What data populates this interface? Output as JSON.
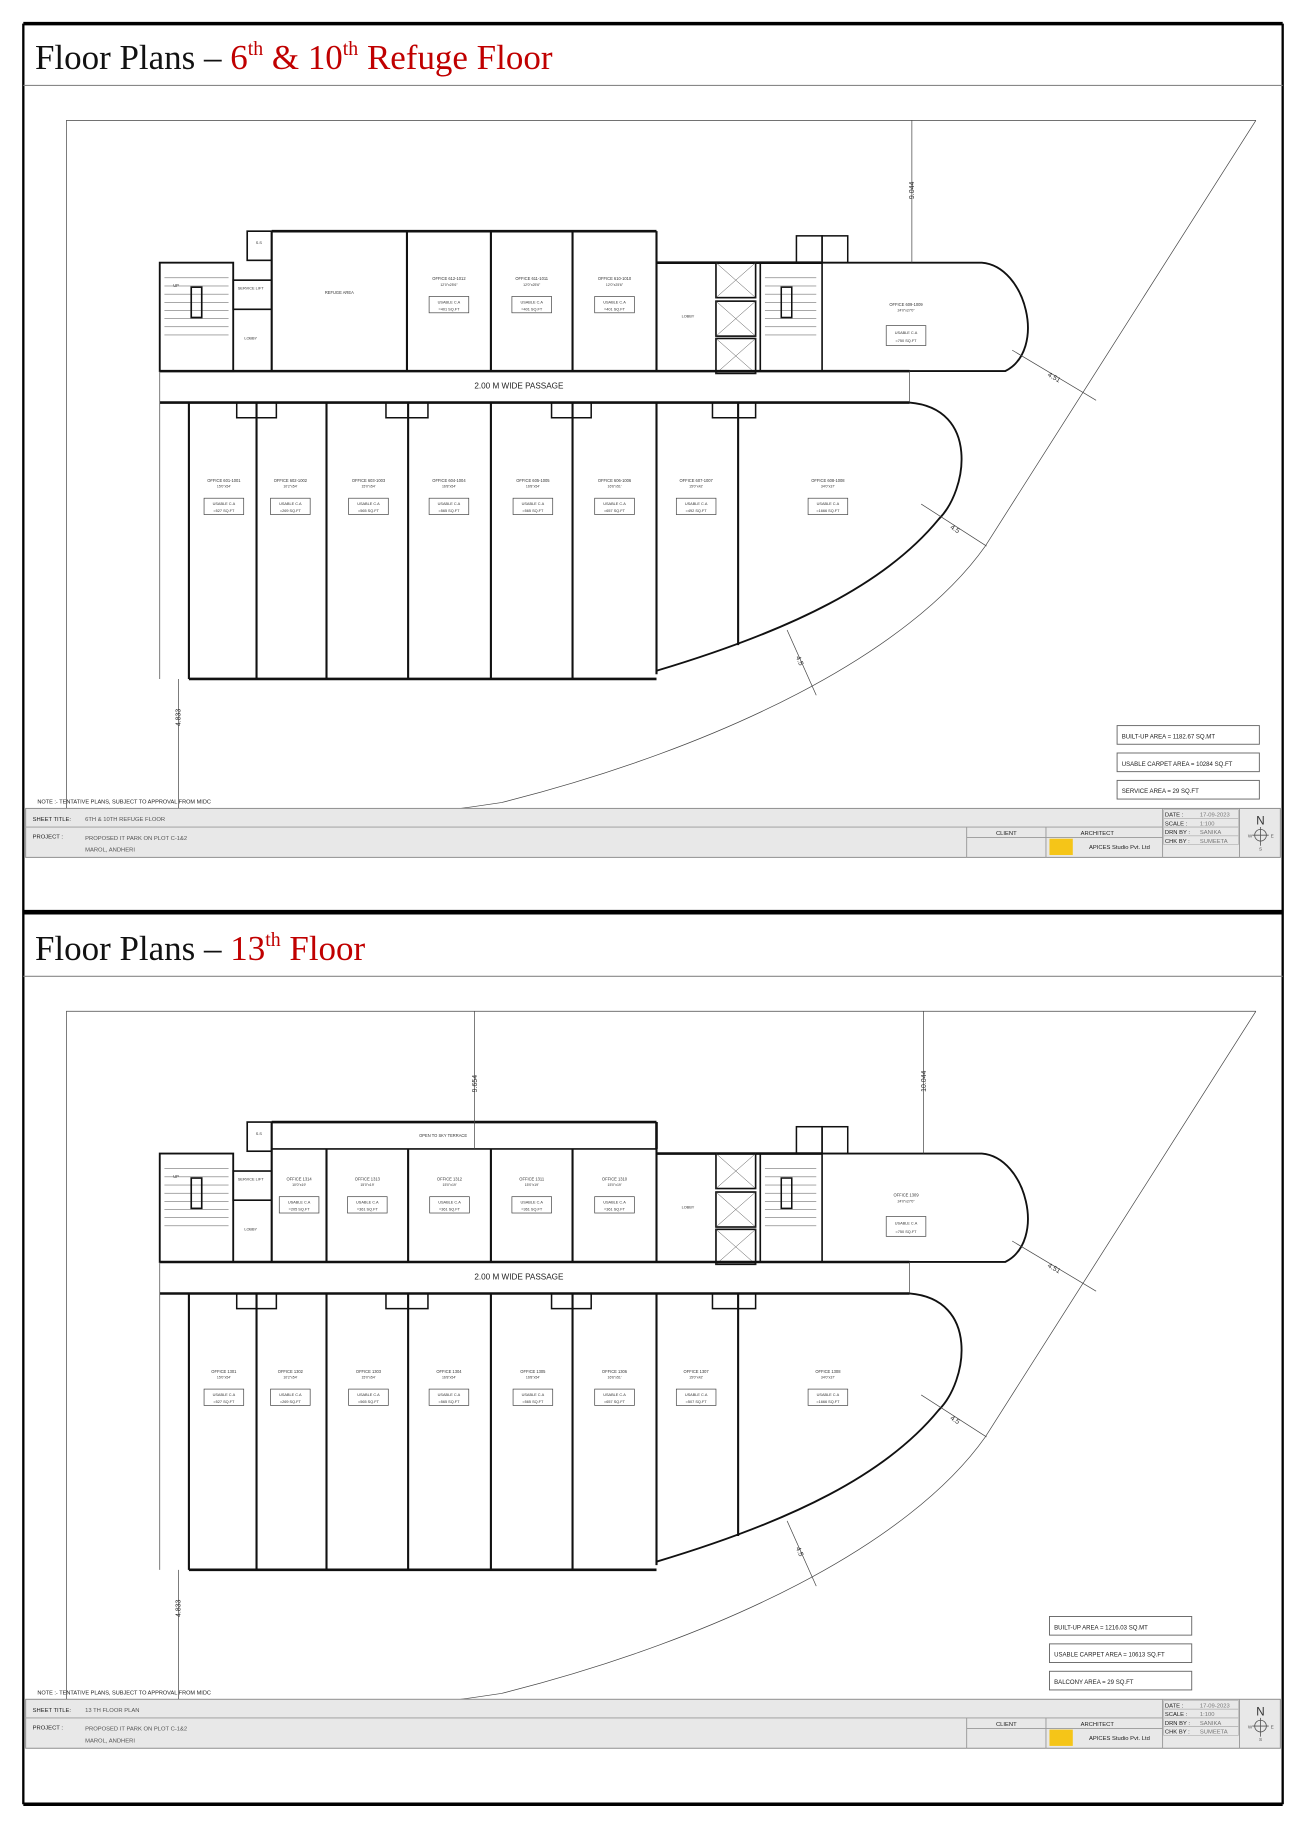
{
  "document": {
    "accent_color": "#c00000",
    "title_prefix": "Floor Plans – "
  },
  "plans": [
    {
      "title_parts": [
        {
          "t": "6"
        },
        {
          "t": "th",
          "sup": true
        },
        {
          "t": " & 10"
        },
        {
          "t": "th",
          "sup": true
        },
        {
          "t": " Refuge Floor"
        }
      ],
      "upper_rooms": [
        {
          "name": "REFUGE AREA"
        },
        {
          "name": "OFFICE 612-1012",
          "size": "12'0\"x25'6\"",
          "ca_label": "USABLE C.A",
          "area": "=401 SQ.FT"
        },
        {
          "name": "OFFICE 611-1011",
          "size": "12'0\"x25'6\"",
          "ca_label": "USABLE C.A",
          "area": "=401 SQ.FT"
        },
        {
          "name": "OFFICE 610-1010",
          "size": "12'0\"x25'6\"",
          "ca_label": "USABLE C.A",
          "area": "=401 SQ.FT"
        }
      ],
      "right_office": {
        "name": "OFFICE 609-1009",
        "size": "24'0\"x27'0\"",
        "ca_label": "USABLE C.A",
        "area": "=750 SQ.FT"
      },
      "lower_rooms": [
        {
          "name": "OFFICE 601-1001",
          "size": "15'0\"x54'",
          "ca_label": "USABLE C.A",
          "area": "=527 SQ.FT"
        },
        {
          "name": "OFFICE 602-1002",
          "size": "10'2\"x54'",
          "ca_label": "USABLE C.A",
          "area": "=269 SQ.FT"
        },
        {
          "name": "OFFICE 603-1003",
          "size": "15'0\"x54'",
          "ca_label": "USABLE C.A",
          "area": "=565 SQ.FT"
        },
        {
          "name": "OFFICE 604-1004",
          "size": "16'8\"x54'",
          "ca_label": "USABLE C.A",
          "area": "=565 SQ.FT"
        },
        {
          "name": "OFFICE 605-1005",
          "size": "16'8\"x54'",
          "ca_label": "USABLE C.A",
          "area": "=565 SQ.FT"
        },
        {
          "name": "OFFICE 606-1006",
          "size": "16'6\"x51'",
          "ca_label": "USABLE C.A",
          "area": "=657 SQ.FT"
        },
        {
          "name": "OFFICE 607-1007",
          "size": "15'0\"x42'",
          "ca_label": "USABLE C.A",
          "area": "=492 SQ.FT"
        },
        {
          "name": "OFFICE 608-1008",
          "size": "34'0\"x37'",
          "ca_label": "USABLE C.A",
          "area": "=1666 SQ.FT"
        }
      ],
      "labels": {
        "passage": "2.00 M WIDE PASSAGE",
        "service_lift": "SERVICE LIFT",
        "lobby_left": "LOBBY",
        "lobby_right": "LOBBY",
        "ss": "S.S",
        "up": "UP",
        "terrace": null
      },
      "dimensions": {
        "top_a": null,
        "top_b": "9.044",
        "right_a": "4.51",
        "right_b": "4.5",
        "right_c": "4.5",
        "left": "4.833"
      },
      "area_boxes": [
        "BUILT-UP AREA = 1182.67 SQ.MT",
        "USABLE CARPET AREA = 10284 SQ.FT",
        "SERVICE AREA = 29 SQ.FT"
      ],
      "note": "NOTE :- TENTATIVE PLANS, SUBJECT TO APPROVAL FROM MIDC",
      "title_block": {
        "sheet_title_label": "SHEET TITLE:",
        "sheet_title": "6TH & 10TH REFUGE FLOOR",
        "project_label": "PROJECT :",
        "project_line1": "PROPOSED IT PARK ON PLOT C-1&2",
        "project_line2": "MAROL, ANDHERI",
        "client_label": "CLIENT",
        "architect_label": "ARCHITECT",
        "architect_name": "APICES Studio Pvt. Ltd",
        "date_label": "DATE :",
        "date": "17-09-2023",
        "scale_label": "SCALE :",
        "scale": "1:100",
        "drn_label": "DRN BY :",
        "drn": "SANIKA",
        "chk_label": "CHK BY :",
        "chk": "SUMEETA",
        "compass": {
          "n": "N",
          "w": "W",
          "e": "E",
          "s": "S"
        }
      }
    },
    {
      "title_parts": [
        {
          "t": "13"
        },
        {
          "t": "th",
          "sup": true
        },
        {
          "t": " Floor"
        }
      ],
      "upper_rooms": [
        {
          "name": "OFFICE 1314",
          "size": "10'0\"x19'",
          "ca_label": "USABLE C.A",
          "area": "=205 SQ.FT"
        },
        {
          "name": "OFFICE 1313",
          "size": "15'0\"x19'",
          "ca_label": "USABLE C.A",
          "area": "=361 SQ.FT"
        },
        {
          "name": "OFFICE 1312",
          "size": "15'0\"x19'",
          "ca_label": "USABLE C.A",
          "area": "=361 SQ.FT"
        },
        {
          "name": "OFFICE 1311",
          "size": "15'0\"x19'",
          "ca_label": "USABLE C.A",
          "area": "=361 SQ.FT"
        },
        {
          "name": "OFFICE 1310",
          "size": "15'0\"x19'",
          "ca_label": "USABLE C.A",
          "area": "=361 SQ.FT"
        }
      ],
      "right_office": {
        "name": "OFFICE 1309",
        "size": "24'0\"x27'0\"",
        "ca_label": "USABLE C.A",
        "area": "=750 SQ.FT"
      },
      "lower_rooms": [
        {
          "name": "OFFICE 1301",
          "size": "15'0\"x54'",
          "ca_label": "USABLE C.A",
          "area": "=527 SQ.FT"
        },
        {
          "name": "OFFICE 1302",
          "size": "10'2\"x54'",
          "ca_label": "USABLE C.A",
          "area": "=269 SQ.FT"
        },
        {
          "name": "OFFICE 1303",
          "size": "15'0\"x54'",
          "ca_label": "USABLE C.A",
          "area": "=565 SQ.FT"
        },
        {
          "name": "OFFICE 1304",
          "size": "16'8\"x54'",
          "ca_label": "USABLE C.A",
          "area": "=565 SQ.FT"
        },
        {
          "name": "OFFICE 1305",
          "size": "16'8\"x54'",
          "ca_label": "USABLE C.A",
          "area": "=565 SQ.FT"
        },
        {
          "name": "OFFICE 1306",
          "size": "16'6\"x51'",
          "ca_label": "USABLE C.A",
          "area": "=657 SQ.FT"
        },
        {
          "name": "OFFICE 1307",
          "size": "15'0\"x42'",
          "ca_label": "USABLE C.A",
          "area": "=507 SQ.FT"
        },
        {
          "name": "OFFICE 1308",
          "size": "34'0\"x37'",
          "ca_label": "USABLE C.A",
          "area": "=1666 SQ.FT"
        }
      ],
      "labels": {
        "passage": "2.00 M WIDE PASSAGE",
        "service_lift": "SERVICE LIFT",
        "lobby_left": "LOBBY",
        "lobby_right": "LOBBY",
        "ss": "S.S",
        "up": "UP",
        "terrace": "OPEN TO SKY TERRACE"
      },
      "dimensions": {
        "top_a": "9.654",
        "top_b": "10.044",
        "right_a": "4.51",
        "right_b": "4.5",
        "right_c": "4.5",
        "left": "4.833"
      },
      "area_boxes": [
        "BUILT-UP AREA = 1216.03 SQ.MT",
        "USABLE CARPET AREA = 10613 SQ.FT",
        "BALCONY AREA = 29 SQ.FT"
      ],
      "note": "NOTE :- TENTATIVE PLANS, SUBJECT TO APPROVAL FROM MIDC",
      "title_block": {
        "sheet_title_label": "SHEET TITLE:",
        "sheet_title": "13 TH FLOOR PLAN",
        "project_label": "PROJECT :",
        "project_line1": "PROPOSED IT PARK ON PLOT C-1&2",
        "project_line2": "MAROL, ANDHERI",
        "client_label": "CLIENT",
        "architect_label": "ARCHITECT",
        "architect_name": "APICES Studio Pvt. Ltd",
        "date_label": "DATE :",
        "date": "17-09-2023",
        "scale_label": "SCALE :",
        "scale": "1:100",
        "drn_label": "DRN BY :",
        "drn": "SANIKA",
        "chk_label": "CHK BY :",
        "chk": "SUMEETA",
        "compass": {
          "n": "N",
          "w": "W",
          "e": "E",
          "s": "S"
        }
      }
    }
  ]
}
